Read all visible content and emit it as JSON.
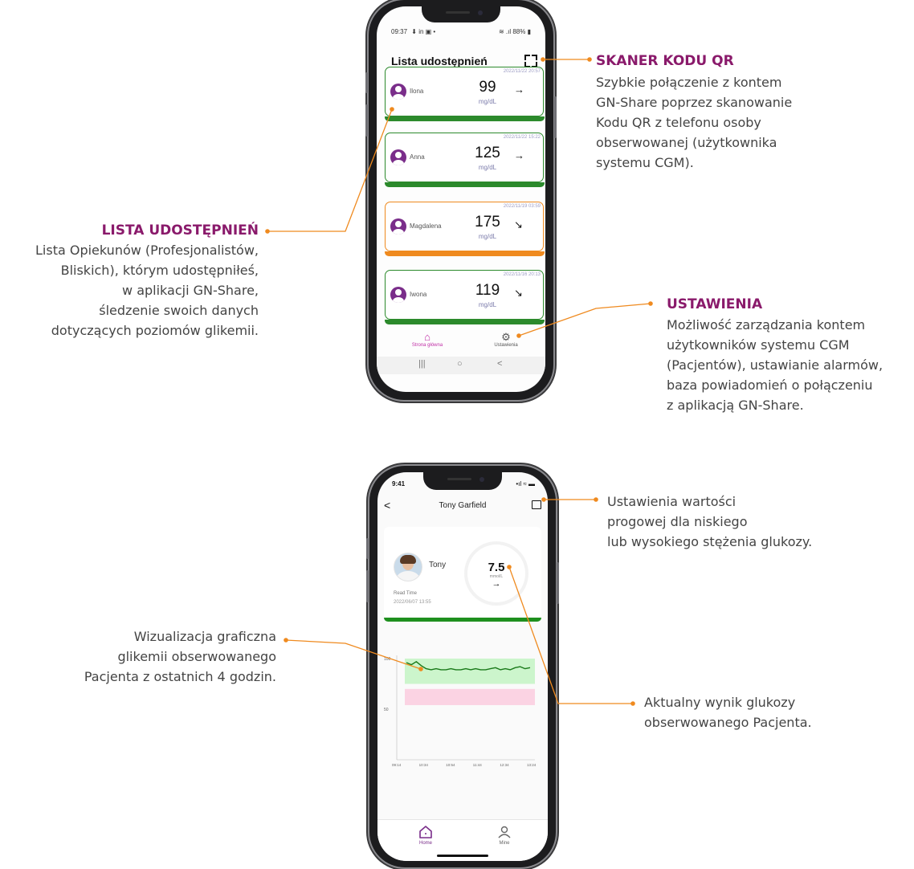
{
  "phone1": {
    "status": {
      "time": "09:37",
      "left_icons": "⬇ in ▣ •",
      "battery": "88%"
    },
    "title": "Lista udostępnień",
    "cards": [
      {
        "timestamp": "2022/11/22 20:57",
        "name": "Ilona",
        "value": "99",
        "unit": "mg/dL",
        "trend": "→",
        "status_color": "#2c8a2c"
      },
      {
        "timestamp": "2022/11/22 15:22",
        "name": "Anna",
        "value": "125",
        "unit": "mg/dL",
        "trend": "→",
        "status_color": "#2c8a2c"
      },
      {
        "timestamp": "2022/11/19 03:59",
        "name": "Magdalena",
        "value": "175",
        "unit": "mg/dL",
        "trend": "↘",
        "status_color": "#ef8a1f"
      },
      {
        "timestamp": "2022/11/16 20:13",
        "name": "Iwona",
        "value": "119",
        "unit": "mg/dL",
        "trend": "↘",
        "status_color": "#2c8a2c"
      }
    ],
    "nav": {
      "home_label": "Strona główna",
      "settings_label": "Ustawienia"
    },
    "sysnav": {
      "recents": "|||",
      "home": "○",
      "back": "<"
    }
  },
  "phone2": {
    "status": {
      "time": "9:41",
      "right": "•ıl ≈ ▬"
    },
    "title": "Tony Garfield",
    "back": "<",
    "patient_name": "Tony",
    "glucose_value": "7.5",
    "glucose_unit": "mmol/L",
    "trend": "→",
    "read_time_label": "Read Time",
    "read_time": "2022/06/07  13:55",
    "tabs": {
      "home": "Home",
      "mine": "Mine"
    }
  },
  "chart_data": {
    "type": "line",
    "y_ticks": [
      "100",
      "50"
    ],
    "x_ticks": [
      "09:14",
      "10:34",
      "10:54",
      "11:44",
      "12:34",
      "13:24"
    ],
    "target_band": [
      75,
      100
    ],
    "low_band": [
      54,
      70
    ],
    "series": [
      {
        "values": [
          96,
          94,
          97,
          93,
          90,
          89,
          90,
          89,
          89,
          90,
          89,
          89,
          90,
          89,
          90,
          89,
          89,
          90,
          91,
          89,
          90,
          89,
          91,
          92,
          90,
          91
        ]
      }
    ],
    "colors": {
      "line": "#1a7a1a",
      "target": "#ccf5cc",
      "low": "#fbd3e3"
    }
  },
  "annotations": {
    "qr": {
      "title": "SKANER KODU QR",
      "lines": [
        "Szybkie połączenie z kontem",
        "GN-Share poprzez skanowanie",
        "Kodu QR z telefonu osoby",
        "obserwowanej (użytkownika",
        "systemu CGM)."
      ]
    },
    "lista": {
      "title": "LISTA UDOSTĘPNIEŃ",
      "lines": [
        "Lista Opiekunów (Profesjonalistów,",
        "Bliskich), którym udostępniłeś,",
        "w aplikacji GN-Share,",
        "śledzenie swoich danych",
        "dotyczących poziomów glikemii."
      ]
    },
    "ustawienia": {
      "title": "USTAWIENIA",
      "lines": [
        "Możliwość zarządzania kontem",
        "użytkowników systemu CGM",
        "(Pacjentów), ustawianie alarmów,",
        "baza powiadomień o połączeniu",
        "z aplikacją GN-Share."
      ]
    },
    "progowe": {
      "lines": [
        "Ustawienia wartości",
        "progowej dla niskiego",
        "lub wysokiego stężenia glukozy."
      ]
    },
    "wizualizacja": {
      "lines": [
        "Wizualizacja graficzna",
        "glikemii obserwowanego",
        "Pacjenta z ostatnich 4 godzin."
      ]
    },
    "wynik": {
      "lines": [
        "Aktualny wynik glukozy",
        "obserwowanego Pacjenta."
      ]
    }
  },
  "colors": {
    "accent_title": "#8a1a6b",
    "leader": "#ef8a1f",
    "brand": "#7a2d8a"
  }
}
